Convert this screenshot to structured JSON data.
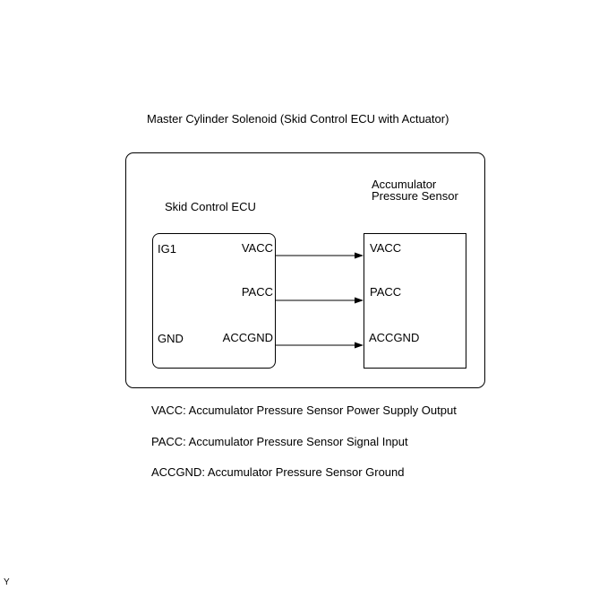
{
  "title": "Master Cylinder Solenoid (Skid Control ECU with Actuator)",
  "ecu": {
    "label": "Skid Control ECU",
    "pins_left": [
      "IG1",
      "GND"
    ],
    "pins_right": [
      "VACC",
      "PACC",
      "ACCGND"
    ]
  },
  "sensor": {
    "label_line1": "Accumulator",
    "label_line2": "Pressure Sensor",
    "pins": [
      "VACC",
      "PACC",
      "ACCGND"
    ]
  },
  "legend": [
    "VACC: Accumulator Pressure Sensor Power Supply Output",
    "PACC: Accumulator Pressure Sensor Signal Input",
    "ACCGND: Accumulator Pressure Sensor Ground"
  ],
  "corner_mark": "Y"
}
